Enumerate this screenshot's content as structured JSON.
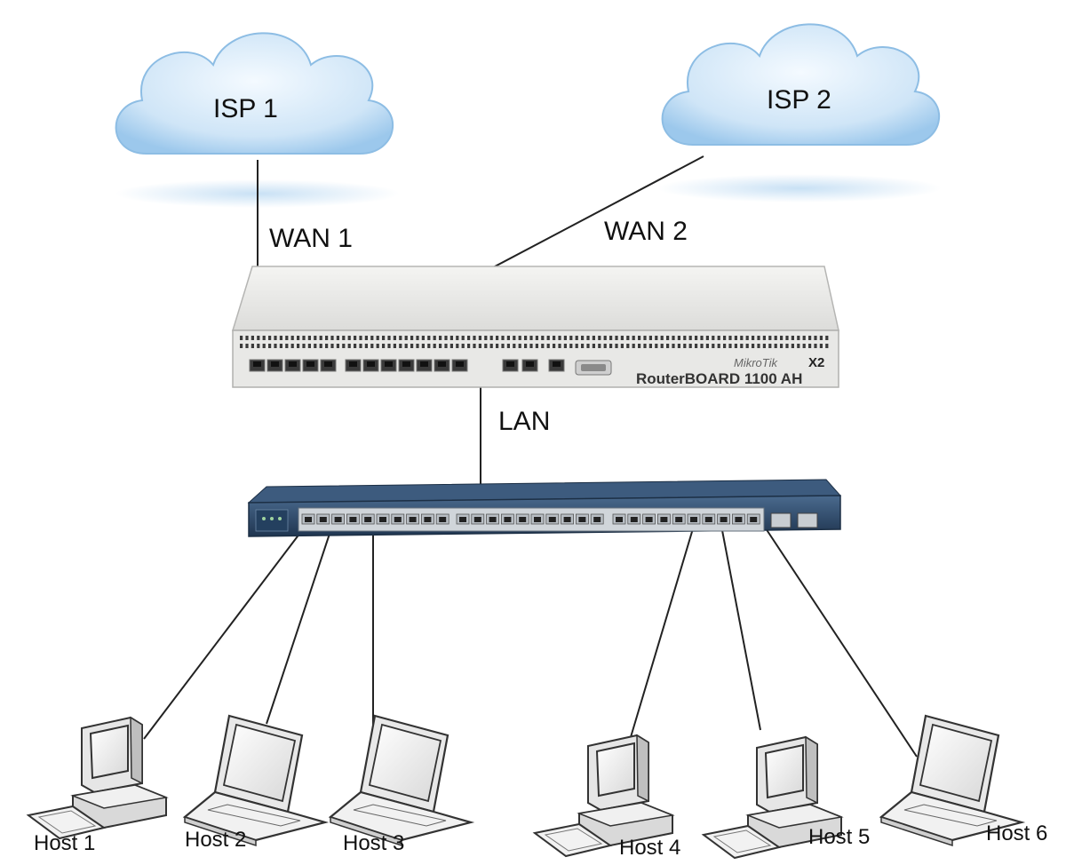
{
  "isps": [
    {
      "label": "ISP 1"
    },
    {
      "label": "ISP 2"
    }
  ],
  "links": {
    "wan1": "WAN 1",
    "wan2": "WAN 2",
    "lan": "LAN"
  },
  "router": {
    "brand": "MikroTik",
    "model_suffix": "X2",
    "model": "RouterBOARD 1100 AH"
  },
  "hosts": [
    {
      "label": "Host 1",
      "device": "desktop"
    },
    {
      "label": "Host 2",
      "device": "laptop"
    },
    {
      "label": "Host 3",
      "device": "laptop"
    },
    {
      "label": "Host 4",
      "device": "desktop"
    },
    {
      "label": "Host 5",
      "device": "desktop"
    },
    {
      "label": "Host 6",
      "device": "laptop"
    }
  ],
  "colors": {
    "cloud_fill": "#cfe5f7",
    "cloud_edge": "#7fb5e0",
    "router_body": "#e8e8e6",
    "switch_body": "#2d4a6a",
    "line": "#222222"
  }
}
